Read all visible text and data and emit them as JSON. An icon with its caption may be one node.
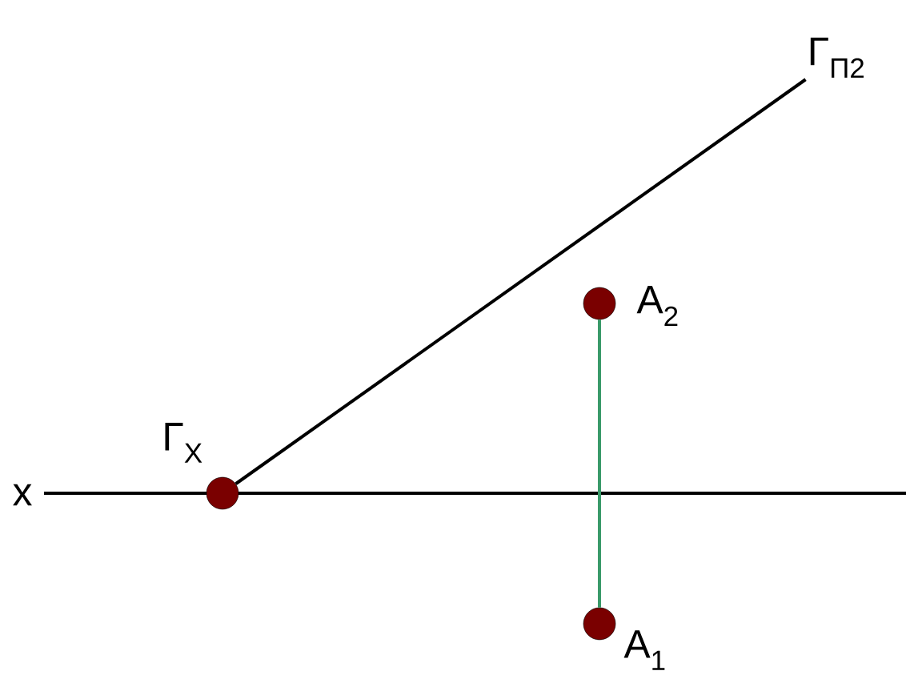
{
  "diagram": {
    "nodes": [
      {
        "text": [],
        "shape": "circle",
        "beside": [
          "Γ$_{X}$"
        ]
      },
      {
        "text": [],
        "shape": "circle",
        "beside": [
          "A$_{2}$"
        ]
      },
      {
        "text": [],
        "shape": "circle",
        "beside": [
          "A$_{1}$"
        ]
      },
      {
        "text": [
          "Γ$_{Π2}$"
        ]
      }
    ],
    "edges": [
      {
        "from": 0,
        "to": 3,
        "arrow": "none"
      },
      {
        "from": 1,
        "to": 2,
        "arrow": "none",
        "color": "#3a9a6a"
      }
    ],
    "labels": [
      "x"
    ]
  }
}
